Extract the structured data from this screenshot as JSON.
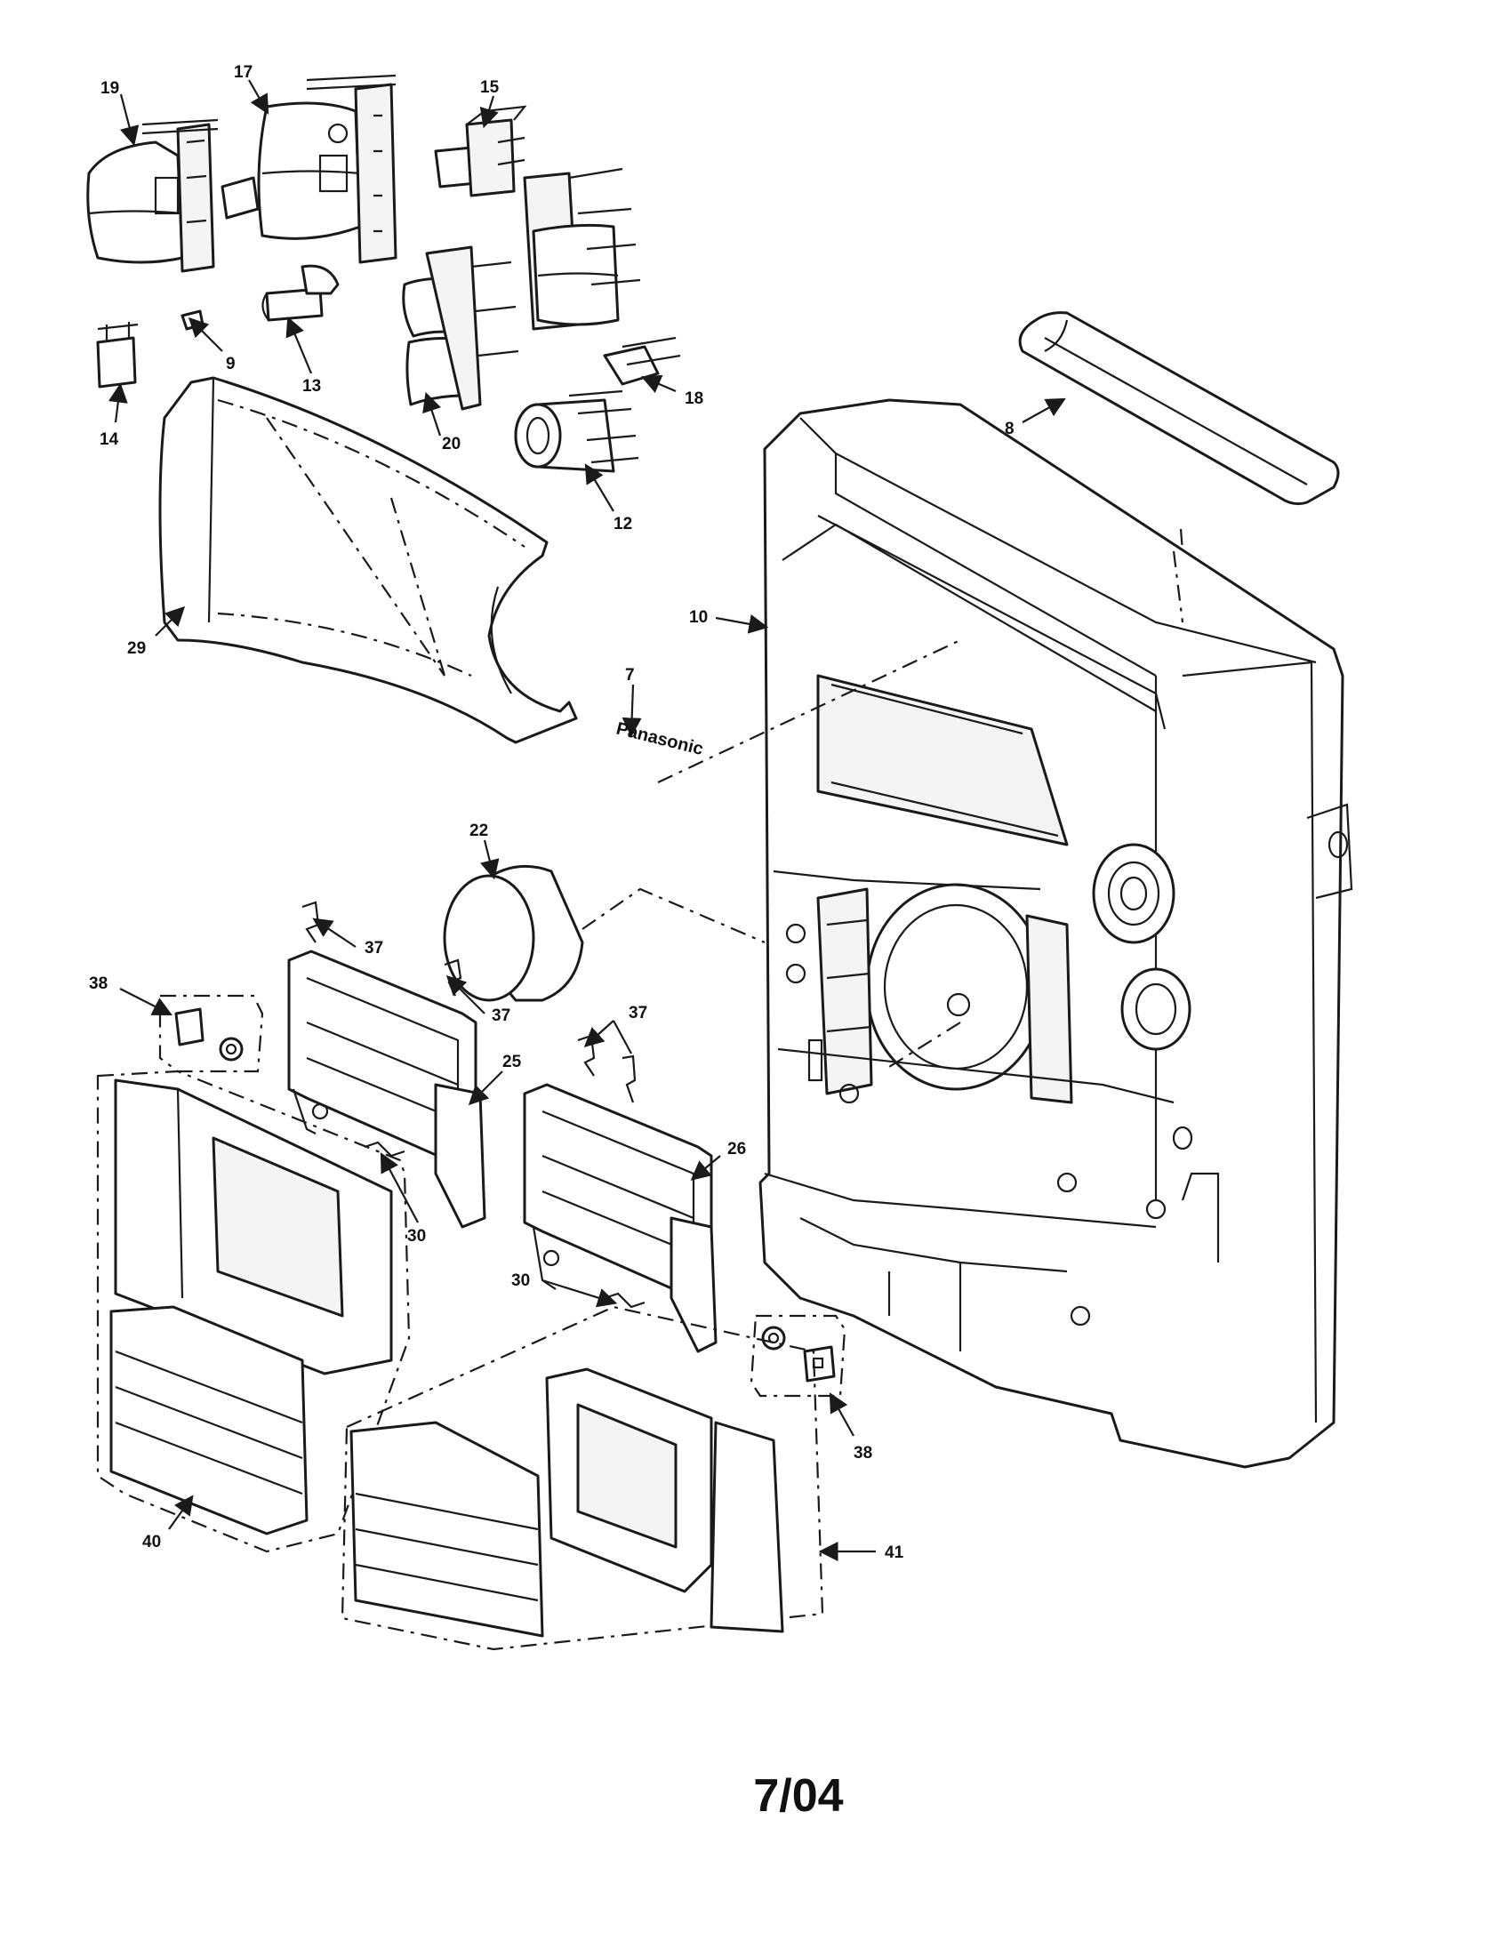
{
  "brand_label": "Panasonic",
  "page_number": "7/04",
  "callouts": {
    "c19": "19",
    "c17": "17",
    "c15": "15",
    "c9": "9",
    "c13": "13",
    "c14": "14",
    "c20": "20",
    "c18": "18",
    "c8": "8",
    "c12": "12",
    "c29": "29",
    "c7": "7",
    "c10": "10",
    "c22": "22",
    "c37a": "37",
    "c37b": "37",
    "c37c": "37",
    "c38a": "38",
    "c38b": "38",
    "c25": "25",
    "c26": "26",
    "c30a": "30",
    "c30b": "30",
    "c40": "40",
    "c41": "41"
  },
  "colors": {
    "line": "#1a1a1a",
    "background": "#ffffff"
  }
}
